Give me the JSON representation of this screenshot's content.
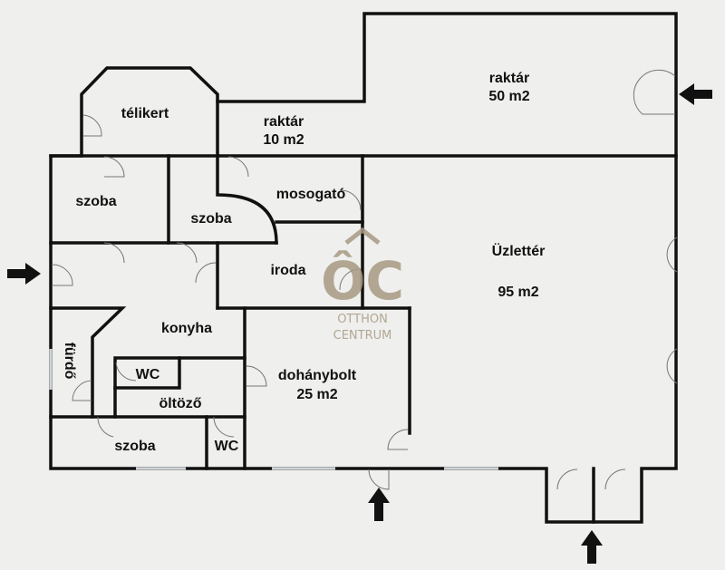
{
  "rooms": {
    "raktar_large": {
      "name": "raktár",
      "area": "50 m2"
    },
    "raktar_small": {
      "name": "raktár",
      "area": "10 m2"
    },
    "telikert": {
      "name": "télikert"
    },
    "szoba_1": {
      "name": "szoba"
    },
    "szoba_2": {
      "name": "szoba"
    },
    "mosogato": {
      "name": "mosogató"
    },
    "uzletter": {
      "name": "Üzlettér",
      "area": "95 m2"
    },
    "iroda": {
      "name": "iroda"
    },
    "konyha": {
      "name": "konyha"
    },
    "furdo": {
      "name": "fürdő"
    },
    "wc_1": {
      "name": "WC"
    },
    "oltozo": {
      "name": "öltöző"
    },
    "dohanybolt": {
      "name": "dohánybolt",
      "area": "25 m2"
    },
    "szoba_3": {
      "name": "szoba"
    },
    "wc_2": {
      "name": "WC"
    }
  },
  "logo": {
    "mark": "ÔC",
    "line1": "OTTHON",
    "line2": "CENTRUM"
  },
  "colors": {
    "floor": "#f3dcb6",
    "wall": "#111111",
    "background": "#efefed"
  }
}
